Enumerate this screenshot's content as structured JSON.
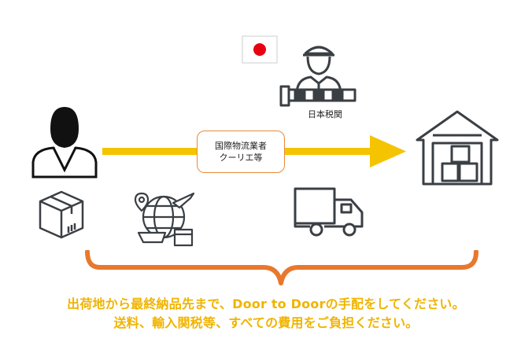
{
  "diagram": {
    "carrier_label_line1": "国際物流業者",
    "carrier_label_line2": "クーリエ等",
    "customs_label": "日本税関",
    "caption_line1": "出荷地から最終納品先まで、Door to Doorの手配をしてください。",
    "caption_line2": "送料、輸入関税等、すべての費用をご負担ください。"
  },
  "colors": {
    "arrow": "#f5c400",
    "brace": "#e8782e",
    "caption": "#f0b400",
    "icon_stroke": "#3a3f44",
    "flag_red": "#e60012"
  },
  "icons": [
    "person-icon",
    "box-icon",
    "globe-logistics-icon",
    "truck-icon",
    "warehouse-icon",
    "customs-officer-icon",
    "japan-flag-icon"
  ]
}
